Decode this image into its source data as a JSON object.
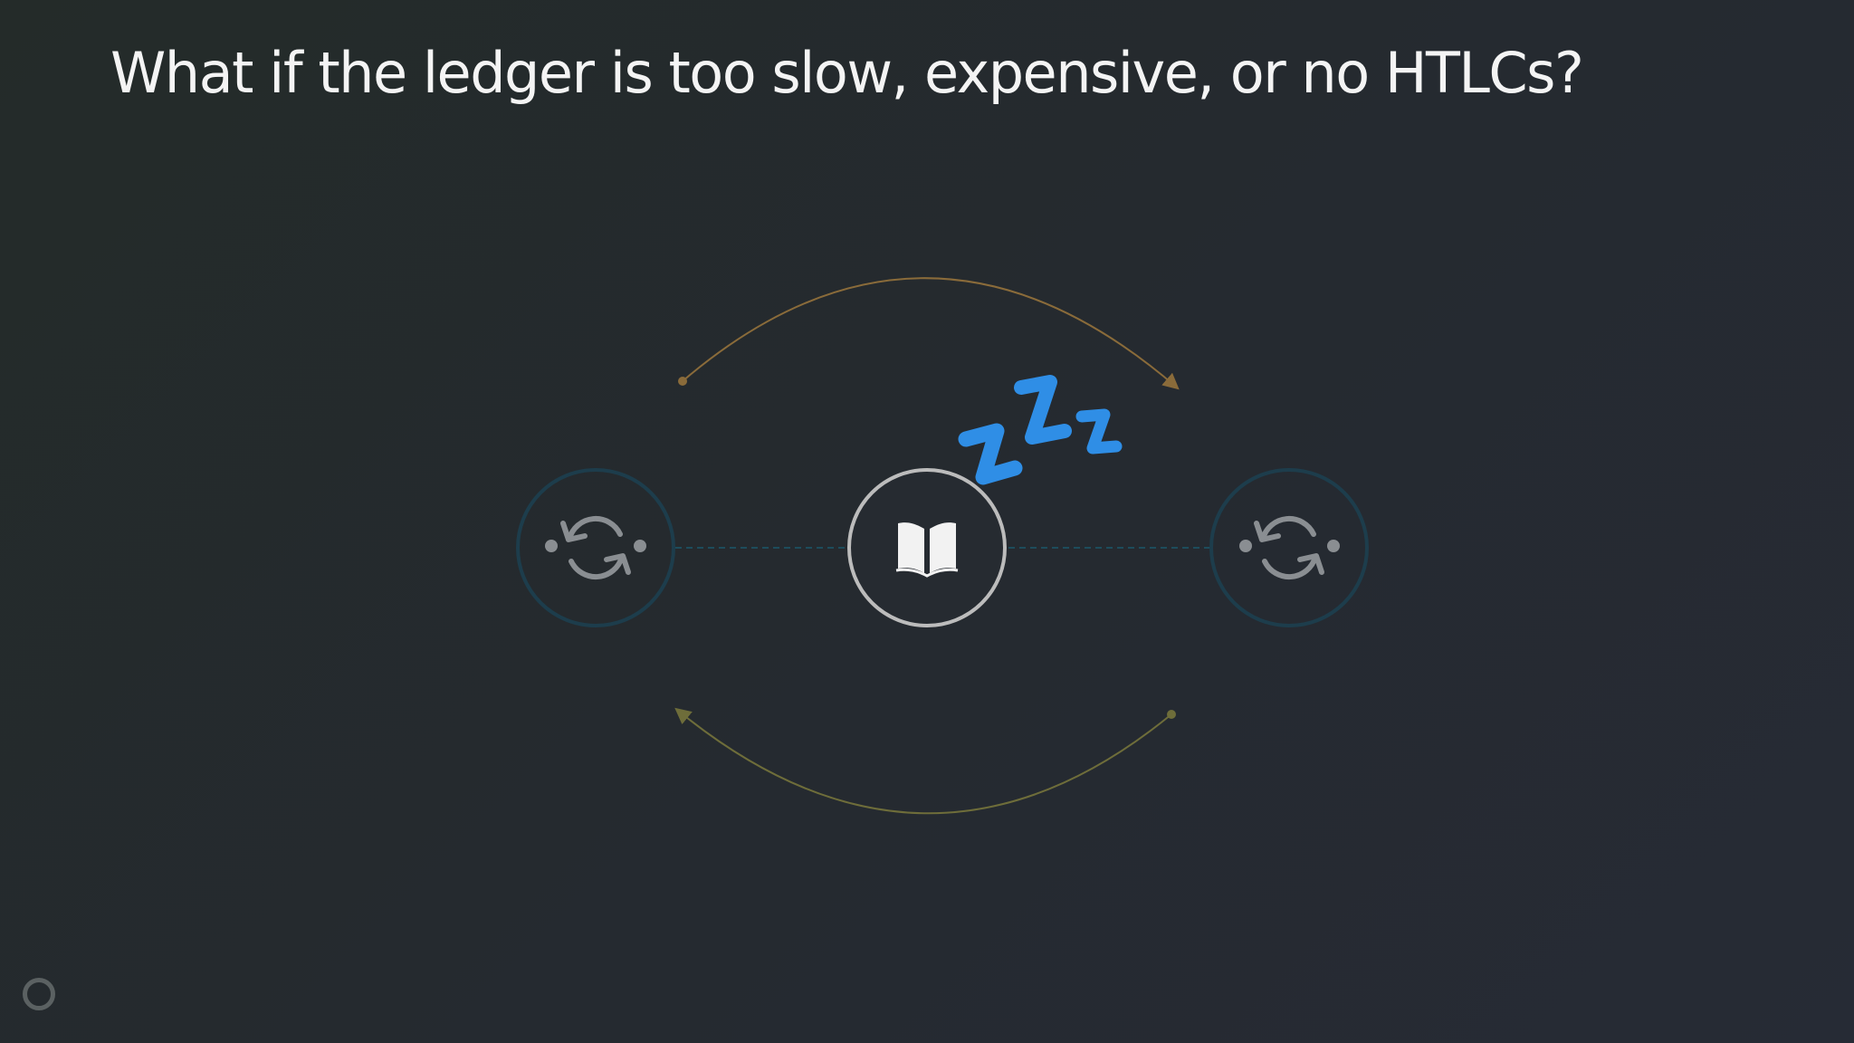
{
  "slide": {
    "title": "What if the ledger is too slow, expensive, or no HTLCs?"
  },
  "diagram": {
    "nodes": [
      {
        "id": "left-connector",
        "icon": "sync-icon"
      },
      {
        "id": "ledger",
        "icon": "open-book-icon",
        "badge": "zzz-sleeping-icon"
      },
      {
        "id": "right-connector",
        "icon": "sync-icon"
      }
    ],
    "colors": {
      "connector_ring": "#1d3d4c",
      "ledger_ring": "#bcbcbc",
      "sync_icon": "#8a8e92",
      "top_arc": "#8a6b3a",
      "bottom_arc": "#6e6d3a",
      "dashed_link": "#1d4c5c",
      "zzz": "#2f8ee6"
    }
  },
  "footer": {
    "progress_icon": "progress-ring-icon"
  }
}
